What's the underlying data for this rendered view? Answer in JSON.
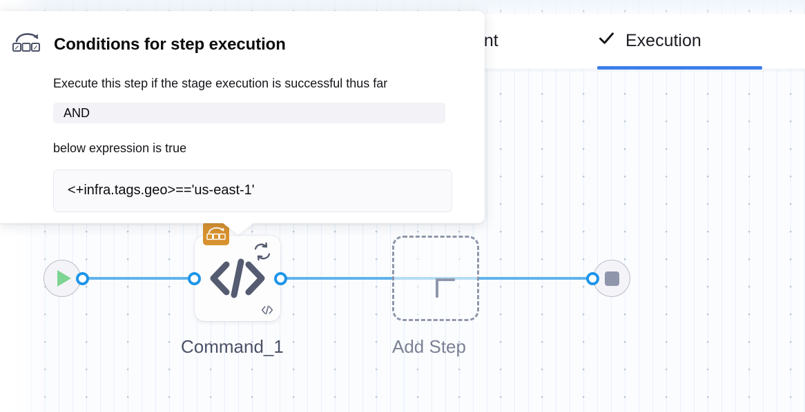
{
  "tabs": [
    {
      "id": "environment",
      "label": "ronment",
      "full_label": "Environment",
      "icon": "none",
      "active": false,
      "truncated": true
    },
    {
      "id": "execution",
      "label": "Execution",
      "icon": "check-icon",
      "active": true,
      "truncated": false
    }
  ],
  "popover": {
    "icon": "rollback-strategy-icon",
    "title": "Conditions for step execution",
    "condition_text": "Execute this step if the stage execution is successful thus far",
    "operator_value": "AND",
    "expression_label": "below expression is true",
    "expression_value": "<+infra.tags.geo>=='us-east-1'"
  },
  "pipeline": {
    "start_node": {
      "icon": "play-icon",
      "name": "start"
    },
    "end_node": {
      "icon": "stop-icon",
      "name": "stop"
    },
    "steps": [
      {
        "id": "command-1",
        "label": "Command_1",
        "glyph": "code-brackets-icon",
        "badge_icon": "rollback-strategy-icon",
        "retry_icon": "retry-loop-icon",
        "mini_icon": "code-brackets-mini-icon"
      }
    ],
    "add_step": {
      "label": "Add Step",
      "icon": "plus-icon"
    }
  },
  "colors": {
    "accent_blue": "#3e7eea",
    "edge_blue": "#5fb3ec",
    "port_blue": "#1f95e8",
    "badge_orange": "#d8922f",
    "play_green": "#7ed491",
    "node_gray": "#8f96ab",
    "canvas_bg": "#fbfcfe"
  }
}
